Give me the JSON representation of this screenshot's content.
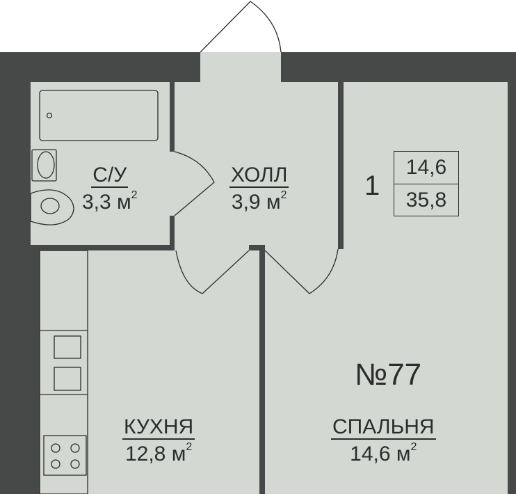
{
  "apartment": {
    "number_label": "№77",
    "rooms_count": "1",
    "living_area": "14,6",
    "total_area": "35,8"
  },
  "rooms": [
    {
      "name": "С/У",
      "area": "3,3 м",
      "unit_sup": "2"
    },
    {
      "name": "ХОЛЛ",
      "area": "3,9 м",
      "unit_sup": "2"
    },
    {
      "name": "КУХНЯ",
      "area": "12,8 м",
      "unit_sup": "2"
    },
    {
      "name": "СПАЛЬНЯ",
      "area": "14,6 м",
      "unit_sup": "2"
    }
  ],
  "colors": {
    "wall": "#464948",
    "floor": "#d3d8d3",
    "line": "#2b2d2c"
  }
}
